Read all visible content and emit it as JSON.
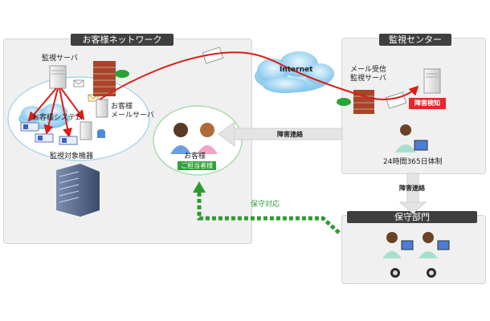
{
  "customer_network": {
    "title": "お客様ネットワーク"
  },
  "monitoring_center": {
    "title": "監視センター"
  },
  "maintenance_dept": {
    "title": "保守部門"
  },
  "labels": {
    "monitor_server": "監視サーバ",
    "customer_system": "お客様システム",
    "customer_mail_server_line1": "お客様",
    "customer_mail_server_line2": "メールサーバ",
    "monitored_devices": "監視対象機器",
    "internet": "Internet",
    "mail_recv_line1": "メール受信",
    "mail_recv_line2": "監視サーバ",
    "fault_detect": "障害検知",
    "always_on": "24時間365日体制",
    "contact_left": "障害連絡",
    "contact_down": "障害連絡",
    "customer_contact_line1": "お客様",
    "customer_contact_line2": "ご担当者様",
    "maintenance_support": "保守対応"
  },
  "colors": {
    "panel_title_bg": "#3f3f3f",
    "alert_red": "#e8272a",
    "maintenance_green": "#2ea43a",
    "mail_path_red": "#d91e18",
    "cloud_blue": "#7fc4ea"
  }
}
